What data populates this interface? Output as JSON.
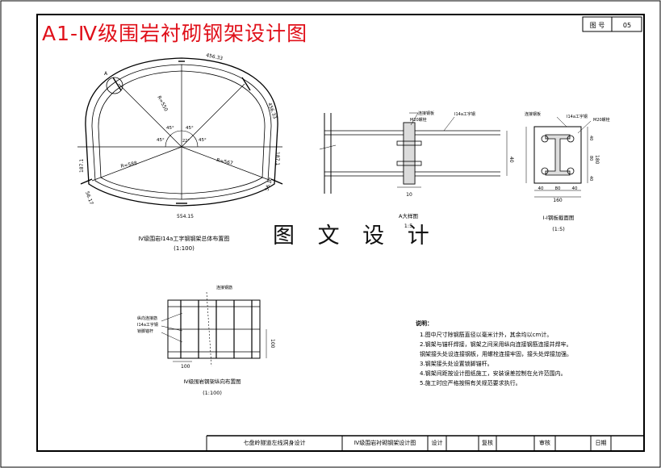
{
  "title": "A1-Ⅳ级围岩衬砌钢架设计图",
  "drawing_no": {
    "label": "图 号",
    "value": "05"
  },
  "watermark": "图 文 设 计",
  "arch": {
    "point_a": "A",
    "r_top": "R=550",
    "r_left": "R=588",
    "r_right": "R=567",
    "ang1": "45°",
    "ang2": "45°",
    "ang3": "45°",
    "ang4": "45°",
    "ang5": "22°",
    "arc_top": "456.33",
    "arc_right": "456.33",
    "arc_right2": "187.1",
    "arc_right3": "56.17",
    "arc_left": "187.1",
    "arc_left2": "56.17",
    "arc_bottom": "554.15",
    "caption": "Ⅳ级围岩I14a工字钢钢架总体布置图",
    "scale": "(1:100)"
  },
  "joint": {
    "label1": "连接钢板",
    "label2": "I14a工字钢",
    "label3": "M20螺栓",
    "d1": "40",
    "d2": "10",
    "caption": "A大样图",
    "scale": "1:5"
  },
  "section": {
    "label1": "连接钢板",
    "label2": "I14a工字钢",
    "label3": "M20螺栓",
    "w_total": "160",
    "w1": "40",
    "w2": "80",
    "w3": "40",
    "h_total": "180",
    "h1": "40",
    "h2": "80",
    "h3": "40",
    "caption": "Ⅰ-Ⅰ钢板截面图",
    "scale": "(1:5)"
  },
  "layout": {
    "label_top": "连接钢筋",
    "label1": "纵向连接筋",
    "label2": "I14a工字钢",
    "label3": "锁脚锚杆",
    "dim_h": "100",
    "dim_v": "100",
    "caption": "Ⅳ级围岩钢架纵向布置图",
    "scale": "(1:100)"
  },
  "notes": {
    "heading": "说明：",
    "lines": [
      "1.图中尺寸除钢筋直径以毫米计外，其余均以cm计。",
      "2.钢架与锚杆焊接，钢架之间采用纵向连接钢筋连接并焊牢。",
      "   钢架接头处设连接钢板，用螺栓连接牢固，接头处焊接加强。",
      "3.钢架接头处设置锁脚锚杆。",
      "4.钢架间距按设计图纸施工，安装误差控制在允许范围内。",
      "5.施工时应严格按照有关规范要求执行。"
    ]
  },
  "title_block": {
    "project": "七盘岭隧道左线洞身设计",
    "drawing": "Ⅳ级围岩衬砌钢架设计图",
    "design": "设计",
    "review": "复核",
    "approve": "审核",
    "date": "日期"
  }
}
